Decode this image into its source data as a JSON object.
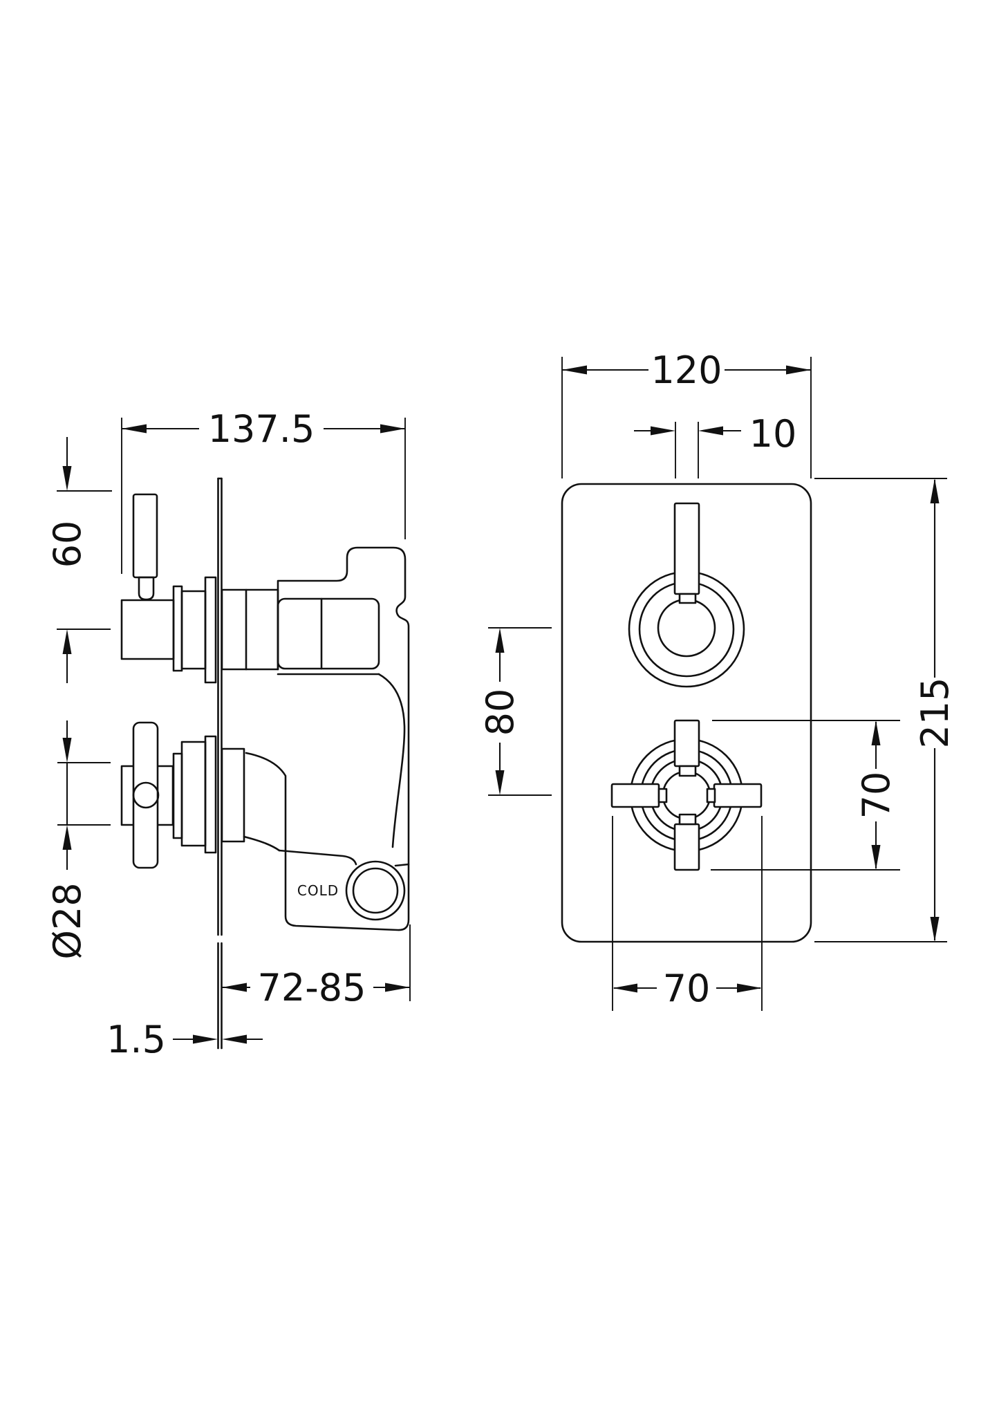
{
  "drawing": {
    "background_color": "#ffffff",
    "line_color": "#111111",
    "side_view": {
      "labels": {
        "cold_port": "COLD"
      },
      "dimensions": {
        "total_depth": "137.5",
        "lever_height": "60",
        "handle_diameter": "Ø28",
        "recess_depth_range": "72-85",
        "plate_thickness": "1.5"
      }
    },
    "front_view": {
      "dimensions": {
        "plate_width": "120",
        "lever_width": "10",
        "handle_centres": "80",
        "plate_height": "215",
        "handle_overall_vertical": "70",
        "handle_overall_horizontal": "70"
      }
    }
  }
}
